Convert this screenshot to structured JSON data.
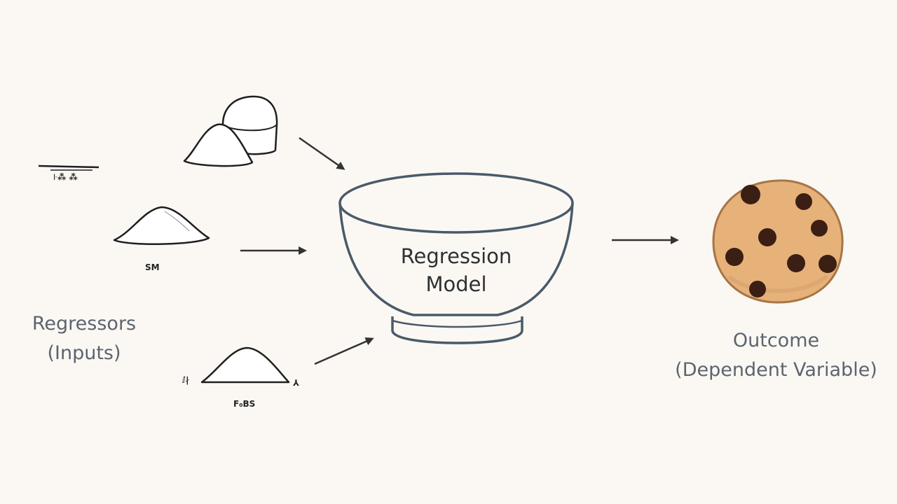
{
  "regressors": {
    "line1": "Regressors",
    "line2": "(Inputs)"
  },
  "model": {
    "line1": "Regression",
    "line2": "Model"
  },
  "outcome": {
    "line1": "Outcome",
    "line2": "(Dependent Variable)"
  },
  "ingredient_captions": {
    "scribble_top": "꜏⁂ ⁂",
    "middle": "SM",
    "bottom": "F₀BS",
    "bottom_left_mark": "ⅈ∤",
    "bottom_right_mark": "⅄"
  },
  "colors": {
    "background": "#fbf8f3",
    "bowl_stroke": "#4a5a6a",
    "outline": "#1f1f1f",
    "cookie_fill": "#e6b27a",
    "cookie_edge": "#a77546",
    "chip": "#3b1f14",
    "arrow": "#333333"
  },
  "icons": [
    "sugar-cup-icon",
    "flour-pile-icon",
    "flour-mound-icon",
    "mixing-bowl-icon",
    "cookie-icon"
  ]
}
